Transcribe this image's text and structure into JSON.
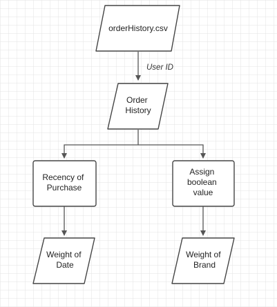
{
  "nodes": {
    "order_history_csv": {
      "shape": "parallelogram",
      "lines": [
        "orderHistory.csv"
      ]
    },
    "order_history": {
      "shape": "parallelogram",
      "lines": [
        "Order",
        "History"
      ]
    },
    "recency_of_purchase": {
      "shape": "rectangle",
      "lines": [
        "Recency of",
        "Purchase"
      ]
    },
    "assign_boolean_value": {
      "shape": "rectangle",
      "lines": [
        "Assign",
        "boolean",
        "value"
      ]
    },
    "weight_of_date": {
      "shape": "parallelogram",
      "lines": [
        "Weight of",
        "Date"
      ]
    },
    "weight_of_brand": {
      "shape": "parallelogram",
      "lines": [
        "Weight of",
        "Brand"
      ]
    }
  },
  "edges": [
    {
      "from": "order_history_csv",
      "to": "order_history",
      "label": "User ID"
    },
    {
      "from": "order_history",
      "to": "recency_of_purchase",
      "label": ""
    },
    {
      "from": "order_history",
      "to": "assign_boolean_value",
      "label": ""
    },
    {
      "from": "recency_of_purchase",
      "to": "weight_of_date",
      "label": ""
    },
    {
      "from": "assign_boolean_value",
      "to": "weight_of_brand",
      "label": ""
    }
  ],
  "colors": {
    "background": "#ffffff",
    "grid": "#e3e3e3",
    "shape_fill": "#ffffff",
    "shape_stroke": "#444444",
    "connector": "#555555",
    "text": "#222222"
  }
}
